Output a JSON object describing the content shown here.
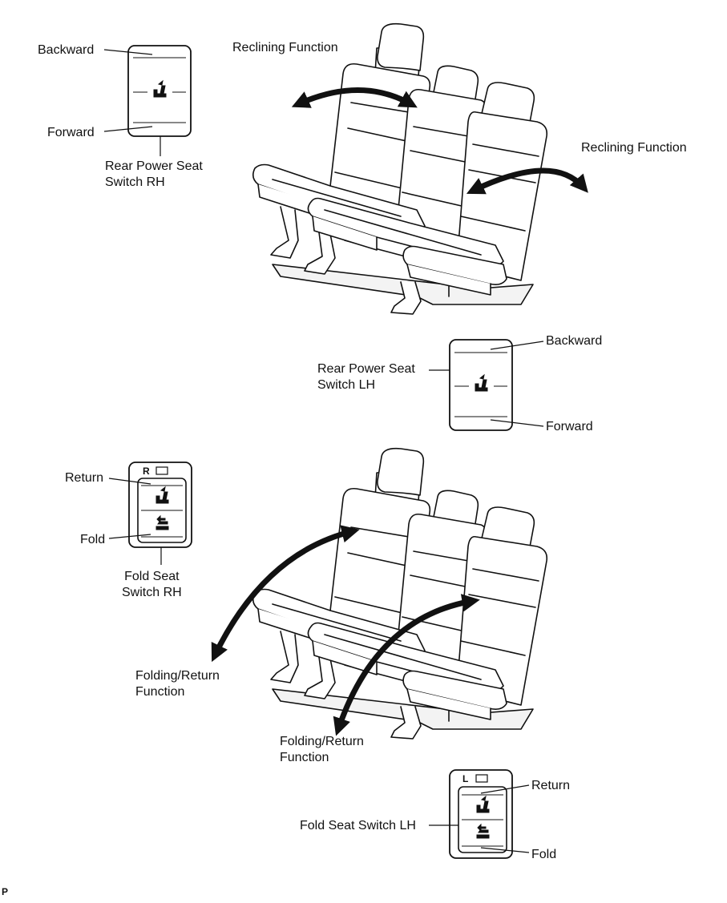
{
  "top": {
    "switch_rh": {
      "backward": "Backward",
      "forward": "Forward",
      "caption_line1": "Rear Power Seat",
      "caption_line2": "Switch RH"
    },
    "reclining_label_left": "Reclining Function",
    "reclining_label_right": "Reclining Function",
    "switch_lh": {
      "backward": "Backward",
      "forward": "Forward",
      "caption_line1": "Rear Power Seat",
      "caption_line2": "Switch LH"
    }
  },
  "bottom": {
    "switch_rh": {
      "indicator": "R",
      "return": "Return",
      "fold": "Fold",
      "caption_line1": "Fold Seat",
      "caption_line2": "Switch RH"
    },
    "folding_label_left_line1": "Folding/Return",
    "folding_label_left_line2": "Function",
    "folding_label_right_line1": "Folding/Return",
    "folding_label_right_line2": "Function",
    "switch_lh": {
      "indicator": "L",
      "return": "Return",
      "fold": "Fold",
      "caption": "Fold Seat Switch LH"
    }
  },
  "corner_mark": "P",
  "colors": {
    "ink": "#111111",
    "background": "#ffffff"
  }
}
